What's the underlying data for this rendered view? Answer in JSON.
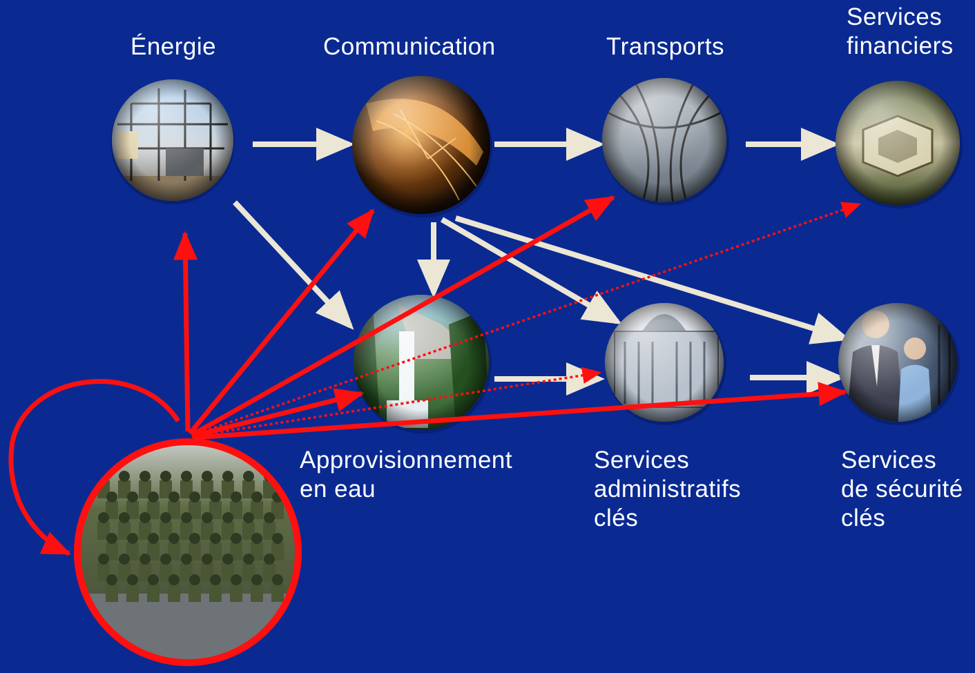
{
  "colors": {
    "background": "#0a2a92",
    "arrow_neutral": "#ece6d4",
    "arrow_military": "#ff1010",
    "text": "#ffffff"
  },
  "nodes": {
    "energie": {
      "label": [
        "Énergie"
      ],
      "icon": "power-substation-photo"
    },
    "communication": {
      "label": [
        "Communication"
      ],
      "icon": "satellite-dish-photo"
    },
    "transports": {
      "label": [
        "Transports"
      ],
      "icon": "railway-tracks-photo"
    },
    "services_financiers": {
      "label": [
        "Services",
        "financiers"
      ],
      "icon": "financial-building-photo"
    },
    "approvisionnement_eau": {
      "label": [
        "Approvisionnement",
        "en eau"
      ],
      "icon": "waterfall-photo"
    },
    "services_administratifs": {
      "label": [
        "Services",
        "administratifs",
        "clés"
      ],
      "icon": "government-building-photo"
    },
    "services_securite": {
      "label": [
        "Services",
        "de sécurité",
        "clés"
      ],
      "icon": "security-guards-photo"
    },
    "armee": {
      "label": [],
      "icon": "soldiers-formation-photo"
    }
  },
  "edges": [
    {
      "from": "energie",
      "to": "communication",
      "style": "neutral"
    },
    {
      "from": "communication",
      "to": "transports",
      "style": "neutral"
    },
    {
      "from": "transports",
      "to": "services_financiers",
      "style": "neutral"
    },
    {
      "from": "energie",
      "to": "approvisionnement_eau",
      "style": "neutral"
    },
    {
      "from": "communication",
      "to": "approvisionnement_eau",
      "style": "neutral"
    },
    {
      "from": "communication",
      "to": "services_administratifs",
      "style": "neutral"
    },
    {
      "from": "communication",
      "to": "services_securite",
      "style": "neutral"
    },
    {
      "from": "approvisionnement_eau",
      "to": "services_administratifs",
      "style": "neutral"
    },
    {
      "from": "services_administratifs",
      "to": "services_securite",
      "style": "neutral"
    },
    {
      "from": "armee",
      "to": "energie",
      "style": "military-solid"
    },
    {
      "from": "armee",
      "to": "communication",
      "style": "military-solid"
    },
    {
      "from": "armee",
      "to": "transports",
      "style": "military-solid"
    },
    {
      "from": "armee",
      "to": "approvisionnement_eau",
      "style": "military-solid"
    },
    {
      "from": "armee",
      "to": "services_securite",
      "style": "military-solid"
    },
    {
      "from": "armee",
      "to": "services_financiers",
      "style": "military-dotted"
    },
    {
      "from": "armee",
      "to": "services_administratifs",
      "style": "military-dotted"
    },
    {
      "from": "armee",
      "to": "armee",
      "style": "military-self-loop"
    }
  ]
}
